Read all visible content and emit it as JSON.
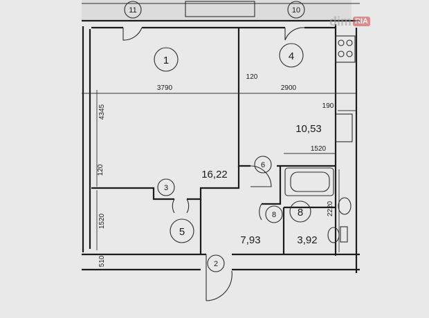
{
  "plan": {
    "rooms": [
      {
        "number": "1"
      },
      {
        "number": "2"
      },
      {
        "number": "3"
      },
      {
        "number": "4"
      },
      {
        "number": "5"
      },
      {
        "number": "6"
      },
      {
        "number": "8"
      },
      {
        "number": "8"
      },
      {
        "number": "10"
      },
      {
        "number": "11"
      }
    ],
    "areas": [
      "16,22",
      "10,53",
      "7,93",
      "3,92"
    ],
    "dimensions": [
      "3790",
      "120",
      "2900",
      "4345",
      "190",
      "1520",
      "120",
      "1520",
      "510",
      "2220"
    ]
  },
  "watermark": {
    "brand": "dim",
    "sub": "RIA"
  },
  "colors": {
    "background": "#e9e9ea",
    "ink": "#1b1b1b"
  }
}
